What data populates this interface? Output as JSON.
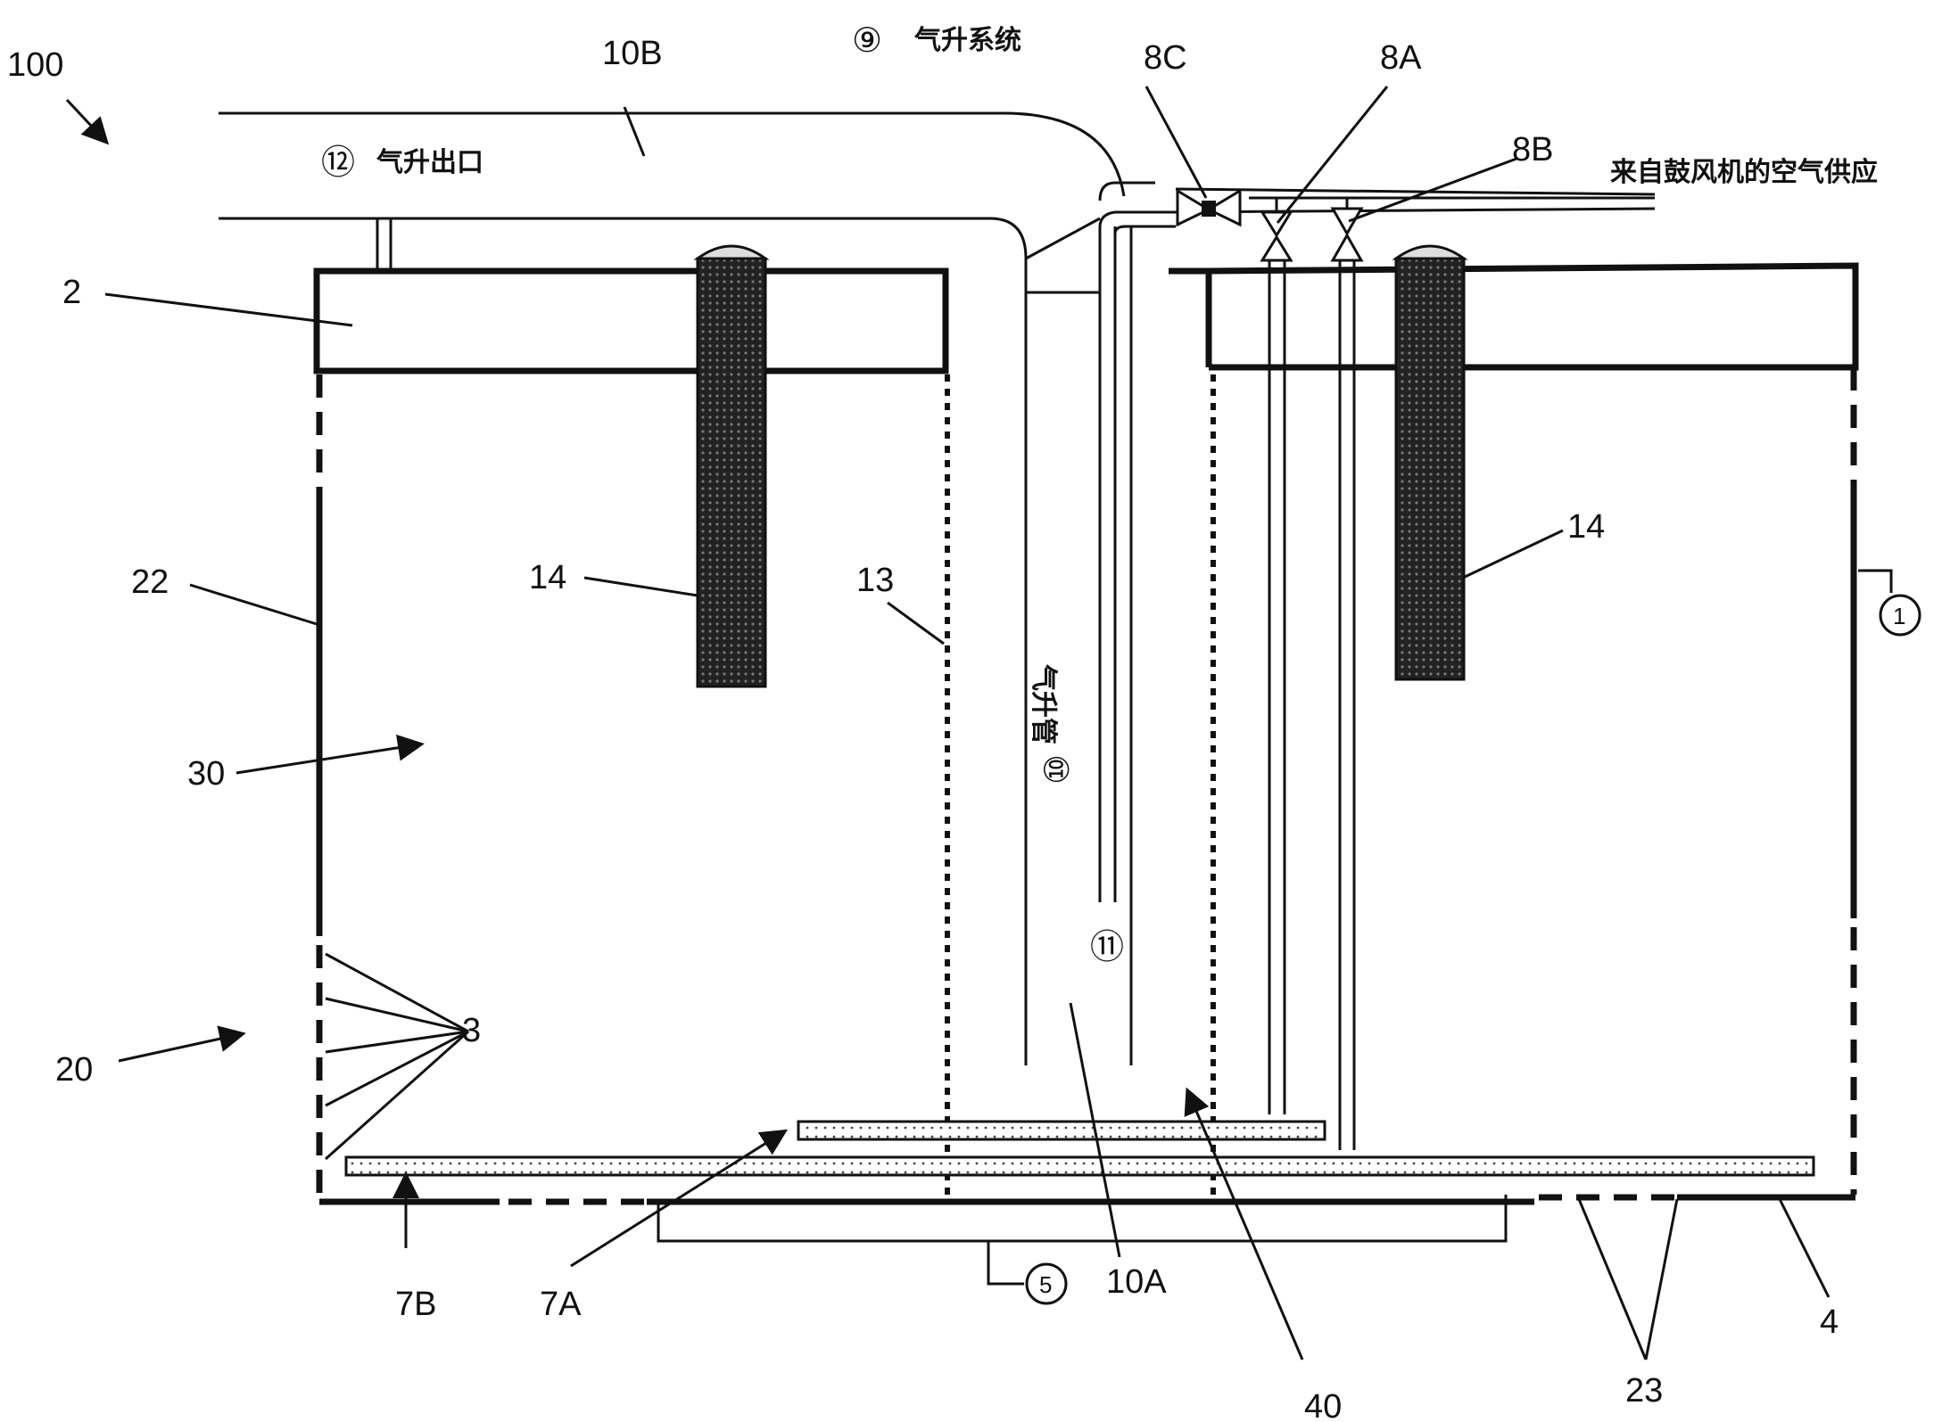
{
  "labels": {
    "ref_100": "100",
    "ref_10B": "10B",
    "ref_9": "⑨",
    "text_9": "气升系统",
    "ref_8C": "8C",
    "ref_8A": "8A",
    "ref_8B": "8B",
    "air_supply": "来自鼓风机的空气供应",
    "ref_12": "⑫",
    "text_12": "气升出口",
    "ref_2": "2",
    "ref_14_left": "14",
    "ref_14_right": "14",
    "ref_22": "22",
    "ref_13": "13",
    "ref_1": "1",
    "ref_30": "30",
    "ref_10": "⑩",
    "text_10": "气升管",
    "ref_11": "⑪",
    "ref_3": "3",
    "ref_20": "20",
    "ref_7B": "7B",
    "ref_7A": "7A",
    "ref_5": "5",
    "ref_10A": "10A",
    "ref_40": "40",
    "ref_4": "4",
    "ref_23": "23"
  },
  "colors": {
    "line": "#111111",
    "media": "#333333",
    "background": "#ffffff"
  }
}
